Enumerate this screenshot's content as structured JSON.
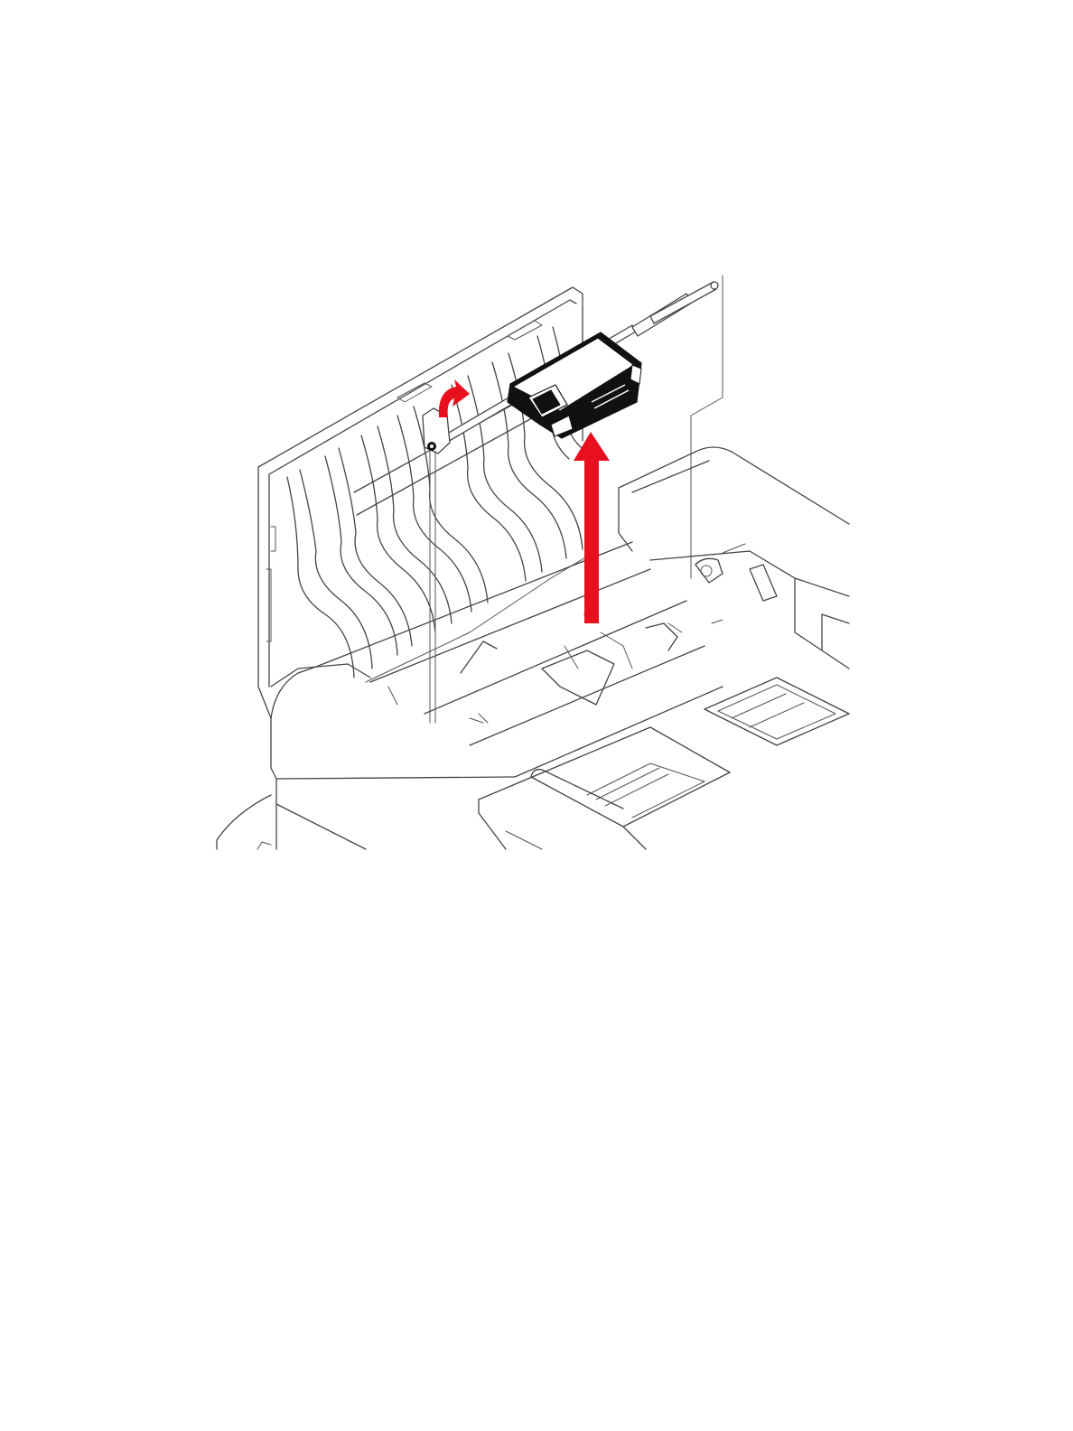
{
  "figure": {
    "background_color": "#ffffff",
    "line_color": "#444444",
    "part_color": "#111111",
    "arrow_color": "#e8101f",
    "arrows": [
      {
        "kind": "lift-up-arrow",
        "icon": "straight-up-arrow-icon"
      },
      {
        "kind": "rotate-lever-arrow",
        "icon": "curved-rotate-arrow-icon"
      }
    ],
    "components": [
      "document-cover-open",
      "paper-guide-ribs",
      "pickup-roller-assembly",
      "roller-shaft",
      "shaft-lock-lever",
      "document-feed-tray"
    ]
  }
}
